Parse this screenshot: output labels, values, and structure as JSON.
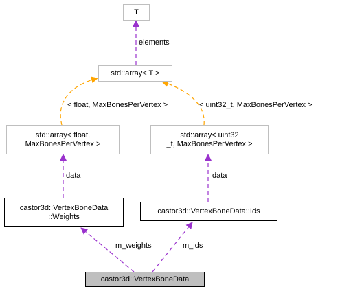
{
  "colors": {
    "aggregation_edge": "#9a32cd",
    "template_edge": "#ffa500",
    "node_border_grey": "#bfbfbf",
    "focus_fill": "#bfbfbf"
  },
  "nodes": {
    "t": {
      "line1": "T"
    },
    "std_array_t": {
      "line1": "std::array< T >"
    },
    "array_float": {
      "line1": "std::array< float,",
      "line2": "MaxBonesPerVertex >"
    },
    "array_uint32": {
      "line1": "std::array< uint32",
      "line2": "_t, MaxBonesPerVertex >"
    },
    "weights": {
      "line1": "castor3d::VertexBoneData",
      "line2": "::Weights"
    },
    "ids": {
      "line1": "castor3d::VertexBoneData::Ids"
    },
    "vertex_bone_data": {
      "line1": "castor3d::VertexBoneData"
    }
  },
  "edges": {
    "elements": "elements",
    "float_template": "< float, MaxBonesPerVertex >",
    "uint32_template": "< uint32_t, MaxBonesPerVertex >",
    "float_data": "data",
    "uint32_data": "data",
    "m_weights": "m_weights",
    "m_ids": "m_ids"
  }
}
